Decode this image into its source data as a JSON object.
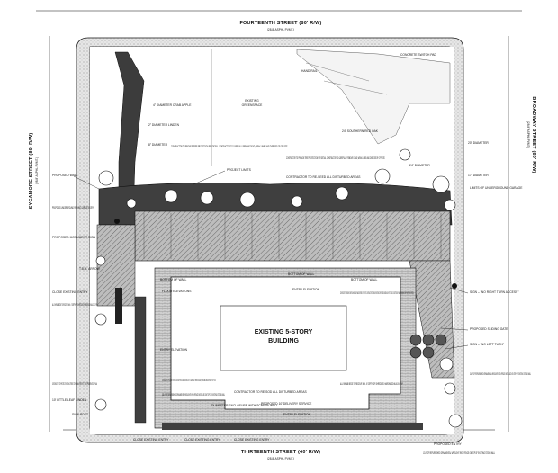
{
  "streets": {
    "top": "FOURTEENTH STREET (80' R/W)",
    "top_sub": "(28.8' ASPHL PVMT.)",
    "bottom": "THIRTEENTH STREET (40' R/W)",
    "bottom_sub": "(28.8' ASPHL PVMT.)",
    "left": "SYCAMORE STREET (80' R/W)",
    "left_sub": "(28.8' ASPHL PVMT.)",
    "right": "BROADWAY STREET (80' R/W)",
    "right_sub": "(28.8' ASPHL PVMT.)"
  },
  "building": {
    "label_line1": "EXISTING 5-STORY",
    "label_line2": "BUILDING"
  },
  "areas": {
    "greenspace_line1": "EXISTING",
    "greenspace_line2": "GREENSPACE"
  },
  "notes": {
    "tree_protect_top": "CONTRACTOR TO PROVIDE TREE PROTECTION PER DETAIL. CONTRACTOR TO CAREFULLY REMOVE DEAD, WEAK LIMBS AND DISPOSE OF OFF SITE.",
    "project_limits": "PROJECT LIMITS",
    "tree_protect_right": "CONTRACTOR TO PROVIDE TREE PROTECTION PER DETAIL. CONTRACTOR TO CAREFULLY REMOVE DEAD, WEAK LIMBS AND DISPOSE OF OFF SITE.",
    "reseed": "CONTRACTOR TO RE-SEED ALL DISTURBED AREAS",
    "proposed_wall": "PROPOSED WALL",
    "underground_entry": "PROPOSED UNDERGROUND PARKING GARAGE ENTRY",
    "monument_sign": "PROPOSED MONUMENT SIGN",
    "close_entry": "CLOSE EXISTING ENTRY",
    "shrub_beds_left": "ALL SHRUB BEDS TO RECEIVE MIN. 4\" DEPTH OF SHREDDED HARDWOOD MULCH–TYP.",
    "tree_protect_left": "CONTRACTOR TO PROTECT EXISTING TREES TO REMAIN. REFER TO TREE PRESERVATION PLAN",
    "little_leaf_linden": "10' LITTLE LEAF LINDEN",
    "signpost": "SIGN POST",
    "limits_underground": "LIMITS OF UNDERGROUND GARAGE",
    "sign_no_right": "SIGN – \"NO RIGHT TURN ACCESS\"",
    "sliding_gate": "PROPOSED SLIDING GATE",
    "sign_no_left": "SIGN – \"NO LEFT TURN\"",
    "ornamental_fence_right": "114 LF OF REFURBISHED ORNAMENTAL WROUGHT IRON FENCE INSTALLED ON TOP OF EXISTING STONE WALL",
    "remove_hardscape": "CONTRACTOR TO REMOVE EXISTING HARDSCAPE AND DISPOSE OF OFF SITE. CONTRACTOR TO REMOVE EXISTING DIRT IN BED GRADE AND 6\" OF TOPSOIL TO BOTTOM OF WALL. REMAINING DEPTH WITH NEW TOPSOIL.",
    "shrub_beds_right": "ALL SHRUB BEDS TO RECEIVE MIN. 4\" DEPTH OF SHREDDED HARDWOOD MULCH–TYP.",
    "tree_protect_bottom": "CONTRACTOR TO PROVIDE TREE PROTECTION PER DETAIL. CONTRACTOR TO CAREFULLY REMOVE DEAD, WEAK LIMBS AND DISPOSE OF OFF SITE.",
    "fence_bottom": "160 LF OF REFURBISHED ORNAMENTAL WROUGHT IRON FENCE INSTALLED ON TOP OF EXISTING STONE WALL",
    "reseed_bottom": "CONTRACTOR TO RE-SOD ALL DISTURBED AREAS",
    "dumpster": "DUMPSTER ENCLOSURE WITH SCREEN WALL",
    "delivery": "PROPOSED 10' DELIVERY SERVICE",
    "close_entry_b1": "CLOSE EXISTING ENTRY",
    "close_entry_b2": "CLOSE EXISTING ENTRY",
    "close_entry_b3": "CLOSE EXISTING ENTRY",
    "proposed_entry": "PROPOSED ENTRY",
    "fence_bottom_right": "12 LF OF REFURBISHED ORNAMENTAL WROUGHT IRON FENCE ON TOP OF EXISTING STONE WALL",
    "floor_elev": "FLOOR ELEVATIONS",
    "entry_elev": "ENTRY ELEVATION",
    "bottom_wall_1": "BOTTOM OF WALL",
    "bottom_wall_2": "BOTTOM OF WALL",
    "bottom_wall_3": "BOTTOM OF WALL",
    "tbm": "T.B.M. ARROW",
    "entry_elev_left": "ENTRY ELEVATION",
    "entry_elev_bottom": "ENTRY ELEVATION",
    "dbh_24": "24\" DIAMETER",
    "southern_red_oak": "24\" SOUTHERN RED OAK",
    "dbh_20": "20\" DIAMETER",
    "dbh_17": "17\" DIAMETER",
    "crab_apple": "4\" DIAMETER CRAB APPLE",
    "linden": "2\" DIAMETER LINDEN",
    "oak_8": "8\" DIAMETER",
    "hand_rail": "HAND RAIL",
    "concrete_pad": "CONCRETE SWITCH PAD"
  },
  "colors": {
    "asphalt": "#4a4a4a",
    "gravel": "#d9d9d9",
    "building_fill": "#ffffff"
  }
}
